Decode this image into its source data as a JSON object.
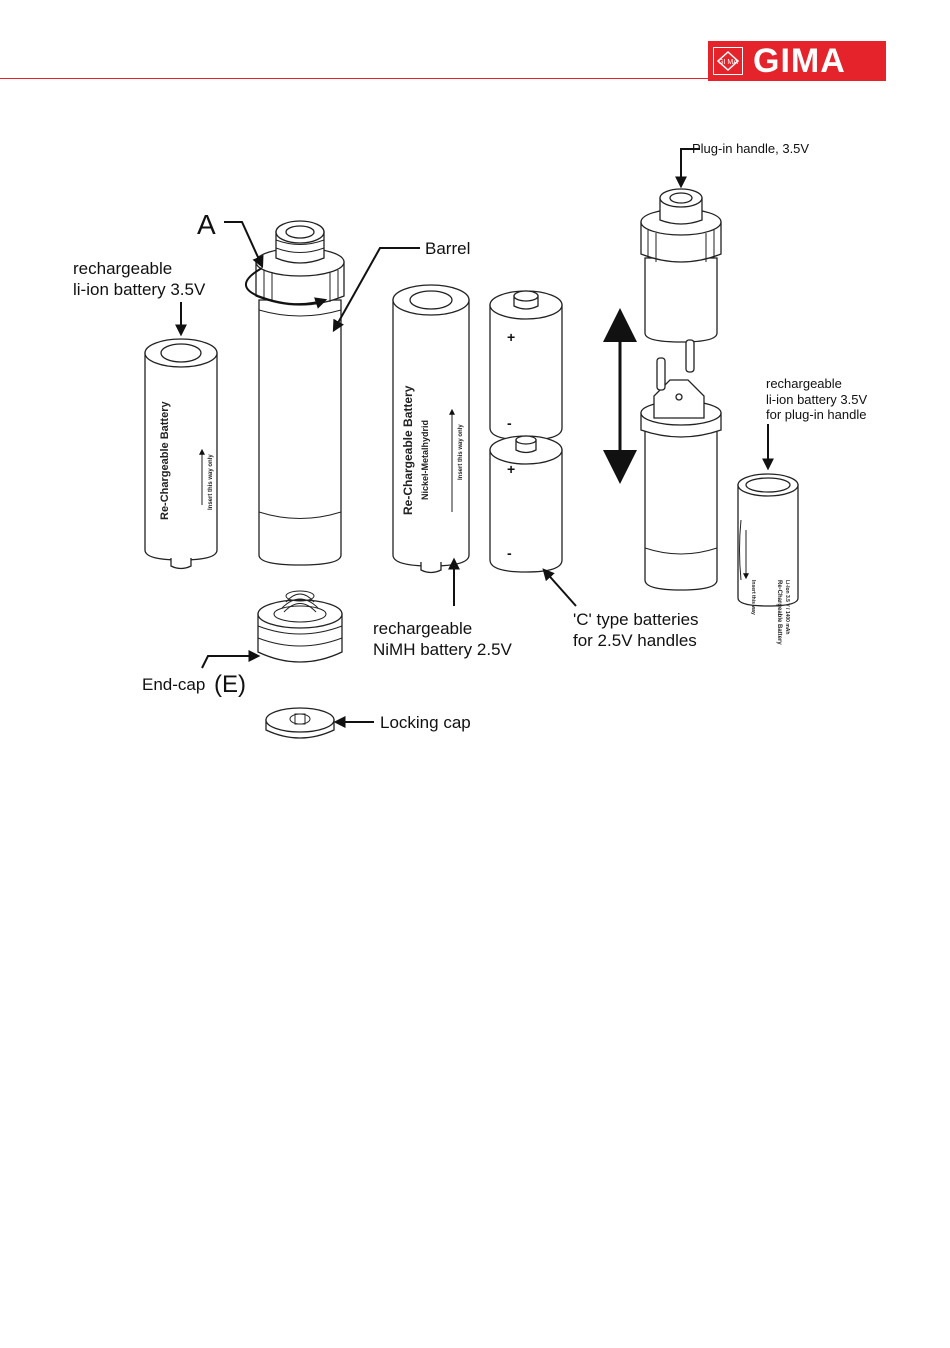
{
  "brand": {
    "name": "GIMA",
    "color": "#e4232b"
  },
  "labels": {
    "plugin_handle": "Plug-in handle, 3.5V",
    "a_marker": "A",
    "barrel": "Barrel",
    "liion_line1": "rechargeable",
    "liion_line2": "li-ion battery 3.5V",
    "plugin_batt_line1": "rechargeable",
    "plugin_batt_line2": "li-ion battery 3.5V",
    "plugin_batt_line3": "for plug-in handle",
    "nimh_line1": "rechargeable",
    "nimh_line2": "NiMH battery 2.5V",
    "ctype_line1": "'C' type batteries",
    "ctype_line2": "for 2.5V handles",
    "endcap": "End-cap",
    "endcap_marker": "(E)",
    "locking_cap": "Locking cap"
  },
  "battery_print": {
    "liion_brand": "Re-Chargeable Battery",
    "liion_note": "Insert this way only",
    "nimh_brand": "Re-Chargeable Battery",
    "nimh_chem": "Nickel-Metalhydrid",
    "nimh_note": "Insert this way only",
    "plugin_brand": "Re-Chargeable Battery",
    "plugin_spec": "Li-Ion 3.5 V / 1400 mAh",
    "plugin_note": "Insert this way"
  },
  "cell_polarity": {
    "positive": "+",
    "negative": "-"
  },
  "icons": {
    "arrow": "arrow-pointer-icon",
    "double_arrow": "double-arrow-icon"
  }
}
